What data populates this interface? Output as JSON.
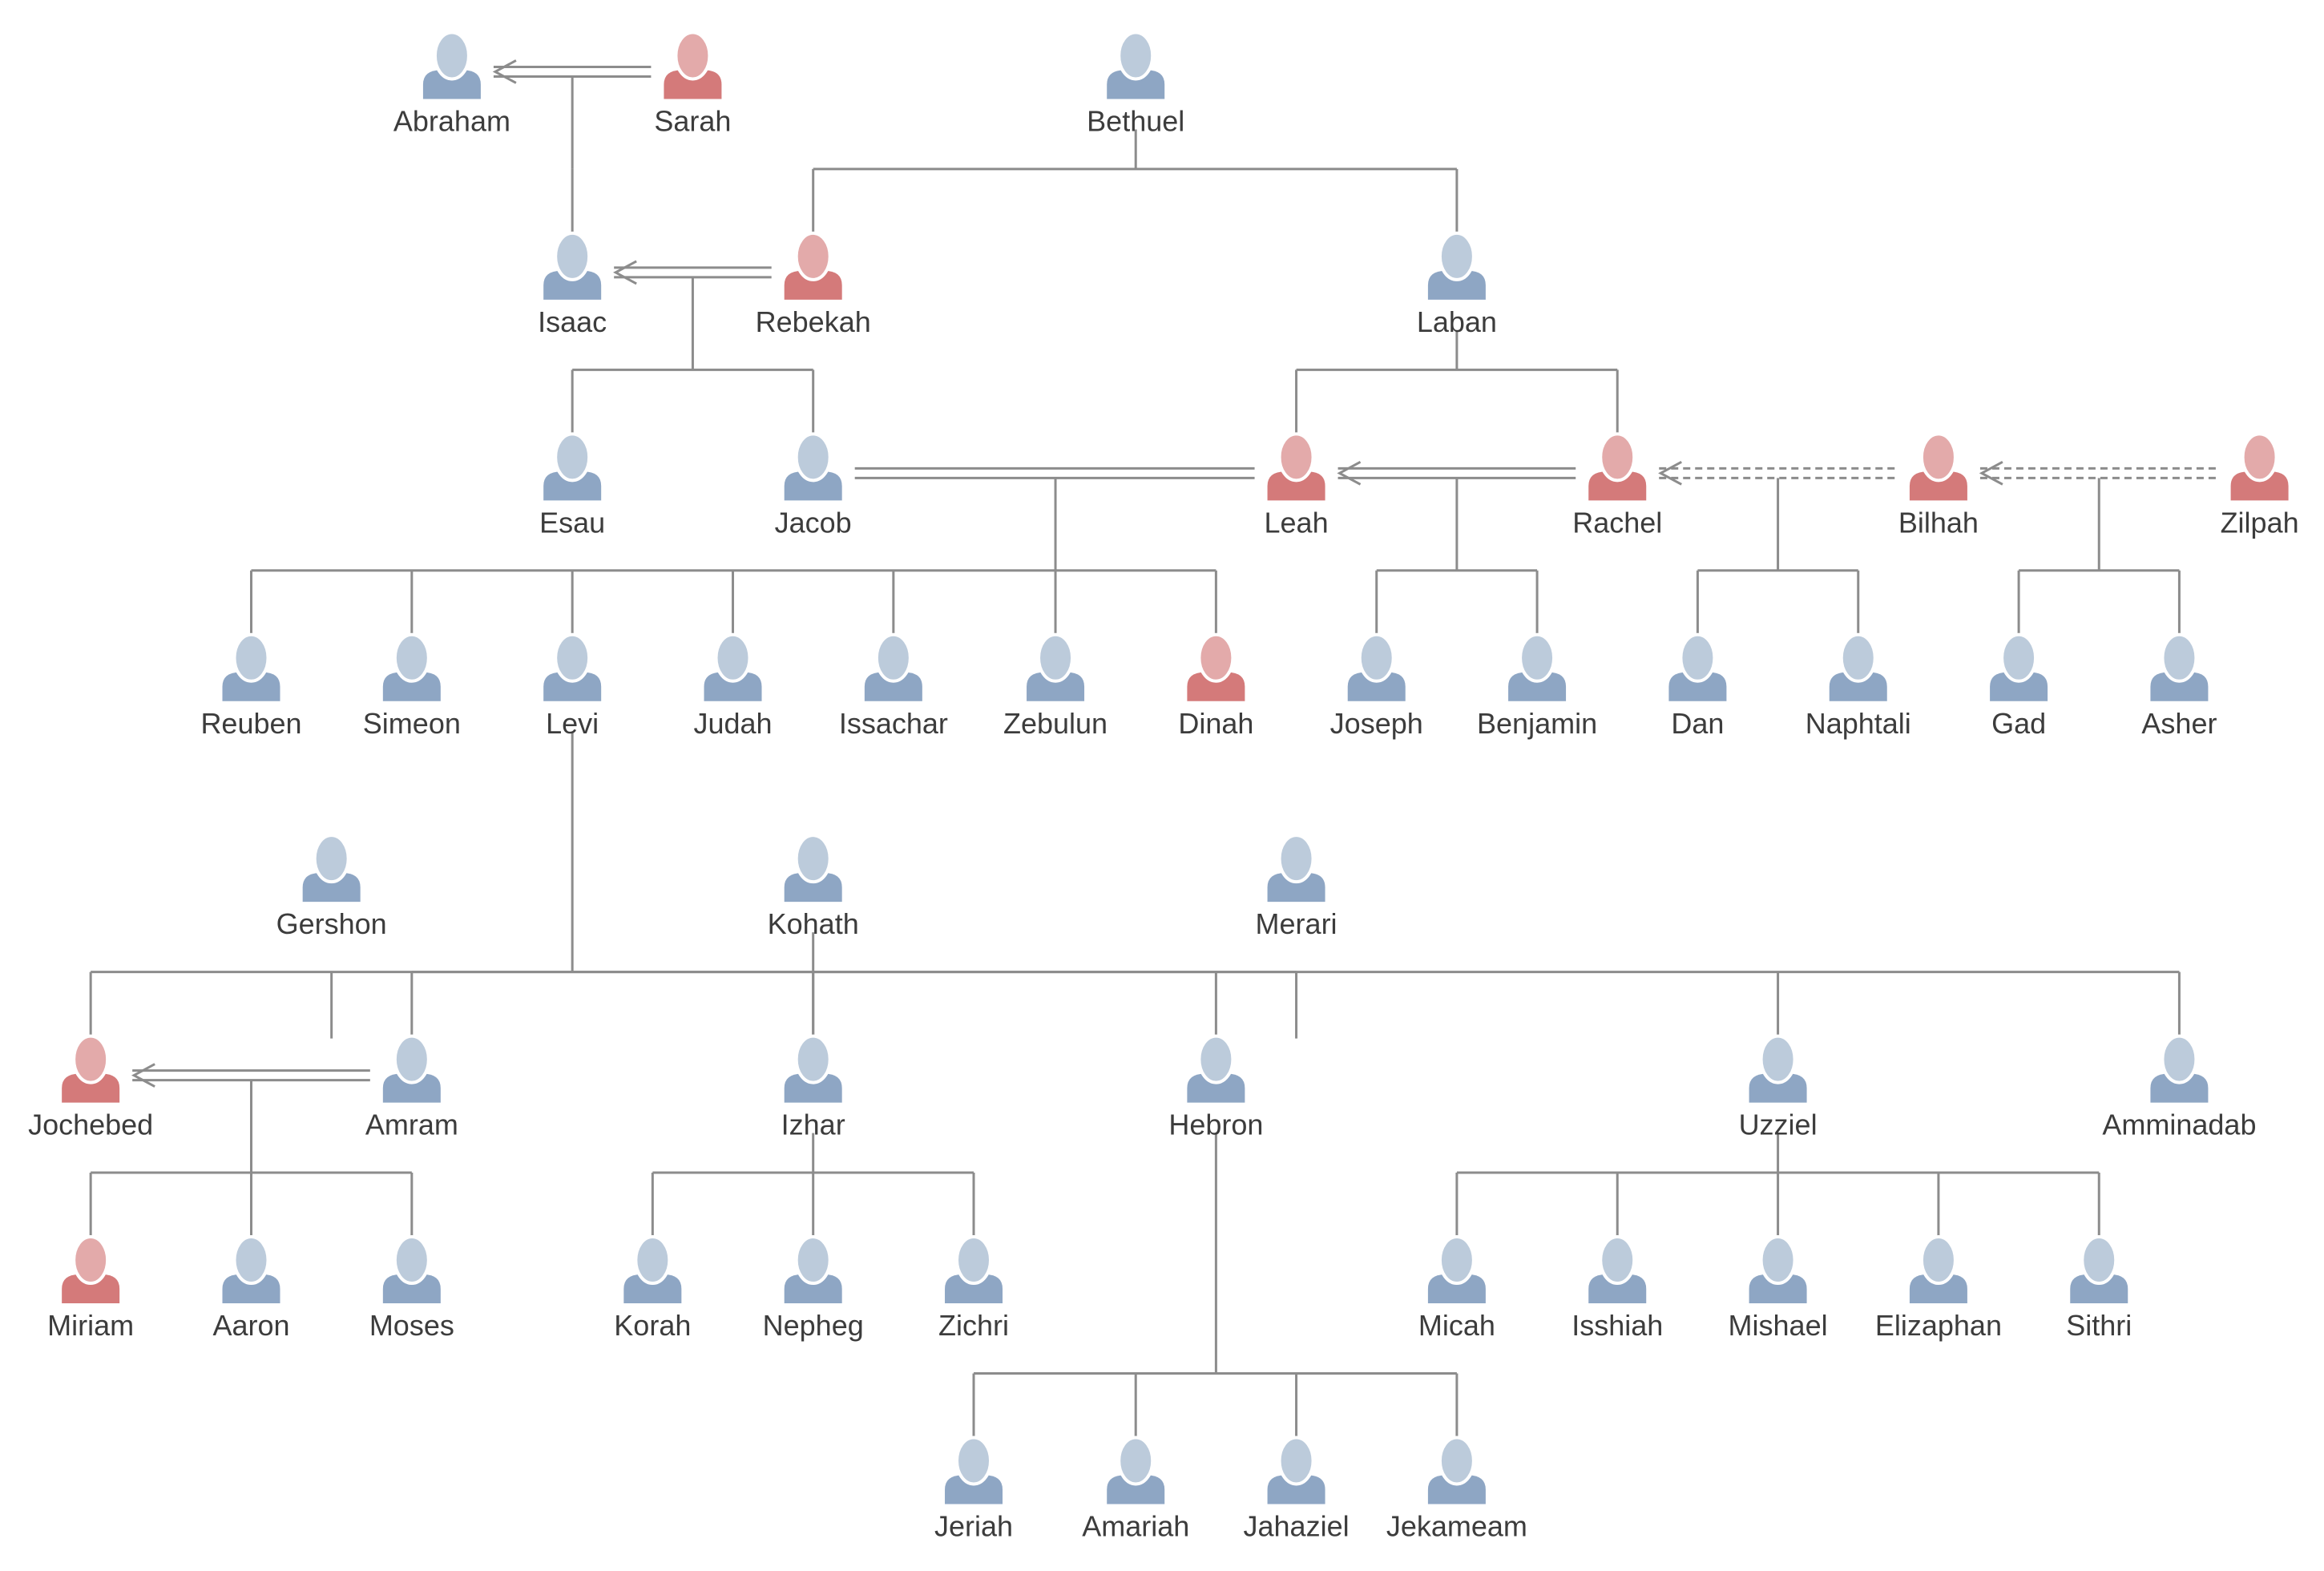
{
  "colors": {
    "male_head": "#bccbdb",
    "male_body": "#8ea6c4",
    "female_head": "#e3aaaa",
    "female_body": "#d47a7a",
    "line": "#8c8c8c",
    "text": "#3c3c3c"
  },
  "icon": "person-silhouette-icon",
  "people": [
    {
      "id": "abraham",
      "name": "Abraham",
      "gender": "male"
    },
    {
      "id": "sarah",
      "name": "Sarah",
      "gender": "female"
    },
    {
      "id": "bethuel",
      "name": "Bethuel",
      "gender": "male"
    },
    {
      "id": "isaac",
      "name": "Isaac",
      "gender": "male"
    },
    {
      "id": "rebekah",
      "name": "Rebekah",
      "gender": "female"
    },
    {
      "id": "laban",
      "name": "Laban",
      "gender": "male"
    },
    {
      "id": "esau",
      "name": "Esau",
      "gender": "male"
    },
    {
      "id": "jacob",
      "name": "Jacob",
      "gender": "male"
    },
    {
      "id": "leah",
      "name": "Leah",
      "gender": "female"
    },
    {
      "id": "rachel",
      "name": "Rachel",
      "gender": "female"
    },
    {
      "id": "bilhah",
      "name": "Bilhah",
      "gender": "female"
    },
    {
      "id": "zilpah",
      "name": "Zilpah",
      "gender": "female"
    },
    {
      "id": "reuben",
      "name": "Reuben",
      "gender": "male"
    },
    {
      "id": "simeon",
      "name": "Simeon",
      "gender": "male"
    },
    {
      "id": "levi",
      "name": "Levi",
      "gender": "male"
    },
    {
      "id": "judah",
      "name": "Judah",
      "gender": "male"
    },
    {
      "id": "issachar",
      "name": "Issachar",
      "gender": "male"
    },
    {
      "id": "zebulun",
      "name": "Zebulun",
      "gender": "male"
    },
    {
      "id": "dinah",
      "name": "Dinah",
      "gender": "female"
    },
    {
      "id": "joseph",
      "name": "Joseph",
      "gender": "male"
    },
    {
      "id": "benjamin",
      "name": "Benjamin",
      "gender": "male"
    },
    {
      "id": "dan",
      "name": "Dan",
      "gender": "male"
    },
    {
      "id": "naphtali",
      "name": "Naphtali",
      "gender": "male"
    },
    {
      "id": "gad",
      "name": "Gad",
      "gender": "male"
    },
    {
      "id": "asher",
      "name": "Asher",
      "gender": "male"
    },
    {
      "id": "gershon",
      "name": "Gershon",
      "gender": "male"
    },
    {
      "id": "kohath",
      "name": "Kohath",
      "gender": "male"
    },
    {
      "id": "merari",
      "name": "Merari",
      "gender": "male"
    },
    {
      "id": "jochebed",
      "name": "Jochebed",
      "gender": "female"
    },
    {
      "id": "amram",
      "name": "Amram",
      "gender": "male"
    },
    {
      "id": "izhar",
      "name": "Izhar",
      "gender": "male"
    },
    {
      "id": "hebron",
      "name": "Hebron",
      "gender": "male"
    },
    {
      "id": "uzziel",
      "name": "Uzziel",
      "gender": "male"
    },
    {
      "id": "amminadab",
      "name": "Amminadab",
      "gender": "male"
    },
    {
      "id": "miriam",
      "name": "Miriam",
      "gender": "female"
    },
    {
      "id": "aaron",
      "name": "Aaron",
      "gender": "male"
    },
    {
      "id": "moses",
      "name": "Moses",
      "gender": "male"
    },
    {
      "id": "korah",
      "name": "Korah",
      "gender": "male"
    },
    {
      "id": "nepheg",
      "name": "Nepheg",
      "gender": "male"
    },
    {
      "id": "zichri",
      "name": "Zichri",
      "gender": "male"
    },
    {
      "id": "micah",
      "name": "Micah",
      "gender": "male"
    },
    {
      "id": "isshiah",
      "name": "Isshiah",
      "gender": "male"
    },
    {
      "id": "mishael",
      "name": "Mishael",
      "gender": "male"
    },
    {
      "id": "elizaphan",
      "name": "Elizaphan",
      "gender": "male"
    },
    {
      "id": "sithri",
      "name": "Sithri",
      "gender": "male"
    },
    {
      "id": "jeriah",
      "name": "Jeriah",
      "gender": "male"
    },
    {
      "id": "amariah",
      "name": "Amariah",
      "gender": "male"
    },
    {
      "id": "jahaziel",
      "name": "Jahaziel",
      "gender": "male"
    },
    {
      "id": "jekameam",
      "name": "Jekameam",
      "gender": "male"
    }
  ],
  "unions": [
    {
      "id": "abraham-sarah",
      "partners": [
        "abraham",
        "sarah"
      ],
      "kind": "marriage"
    },
    {
      "id": "isaac-rebekah",
      "partners": [
        "isaac",
        "rebekah"
      ],
      "kind": "marriage"
    },
    {
      "id": "jacob-leah",
      "partners": [
        "jacob",
        "leah"
      ],
      "kind": "marriage"
    },
    {
      "id": "jacob-rachel",
      "partners": [
        "leah",
        "rachel"
      ],
      "kind": "marriage"
    },
    {
      "id": "jacob-bilhah",
      "partners": [
        "rachel",
        "bilhah"
      ],
      "kind": "concubine"
    },
    {
      "id": "jacob-zilpah",
      "partners": [
        "bilhah",
        "zilpah"
      ],
      "kind": "concubine"
    },
    {
      "id": "jochebed-amram",
      "partners": [
        "jochebed",
        "amram"
      ],
      "kind": "marriage"
    }
  ],
  "families": [
    {
      "id": "fam-abraham",
      "parent": "abraham-sarah",
      "children": [
        "isaac"
      ]
    },
    {
      "id": "fam-bethuel",
      "parent": "bethuel",
      "children": [
        "rebekah",
        "laban"
      ]
    },
    {
      "id": "fam-isaac",
      "parent": "isaac-rebekah",
      "children": [
        "esau",
        "jacob"
      ]
    },
    {
      "id": "fam-laban",
      "parent": "laban",
      "children": [
        "leah",
        "rachel"
      ]
    },
    {
      "id": "fam-leah",
      "parent": "jacob-leah",
      "children": [
        "reuben",
        "simeon",
        "levi",
        "judah",
        "issachar",
        "zebulun",
        "dinah"
      ]
    },
    {
      "id": "fam-rachel",
      "parent": "jacob-rachel",
      "children": [
        "joseph",
        "benjamin"
      ]
    },
    {
      "id": "fam-bilhah",
      "parent": "jacob-bilhah",
      "children": [
        "dan",
        "naphtali"
      ]
    },
    {
      "id": "fam-zilpah",
      "parent": "jacob-zilpah",
      "children": [
        "gad",
        "asher"
      ]
    },
    {
      "id": "fam-levi",
      "parent": "levi",
      "children": [
        "jochebed",
        "gershon",
        "kohath",
        "merari"
      ]
    },
    {
      "id": "fam-kohath",
      "parent": "kohath",
      "children": [
        "amram",
        "izhar",
        "hebron",
        "uzziel",
        "amminadab"
      ]
    },
    {
      "id": "fam-amram",
      "parent": "jochebed-amram",
      "children": [
        "miriam",
        "aaron",
        "moses"
      ]
    },
    {
      "id": "fam-izhar",
      "parent": "izhar",
      "children": [
        "korah",
        "nepheg",
        "zichri"
      ]
    },
    {
      "id": "fam-uzziel",
      "parent": "uzziel",
      "children": [
        "micah",
        "isshiah",
        "mishael",
        "elizaphan",
        "sithri"
      ]
    },
    {
      "id": "fam-hebron",
      "parent": "hebron",
      "children": [
        "jeriah",
        "amariah",
        "jahaziel",
        "jekameam"
      ]
    }
  ]
}
